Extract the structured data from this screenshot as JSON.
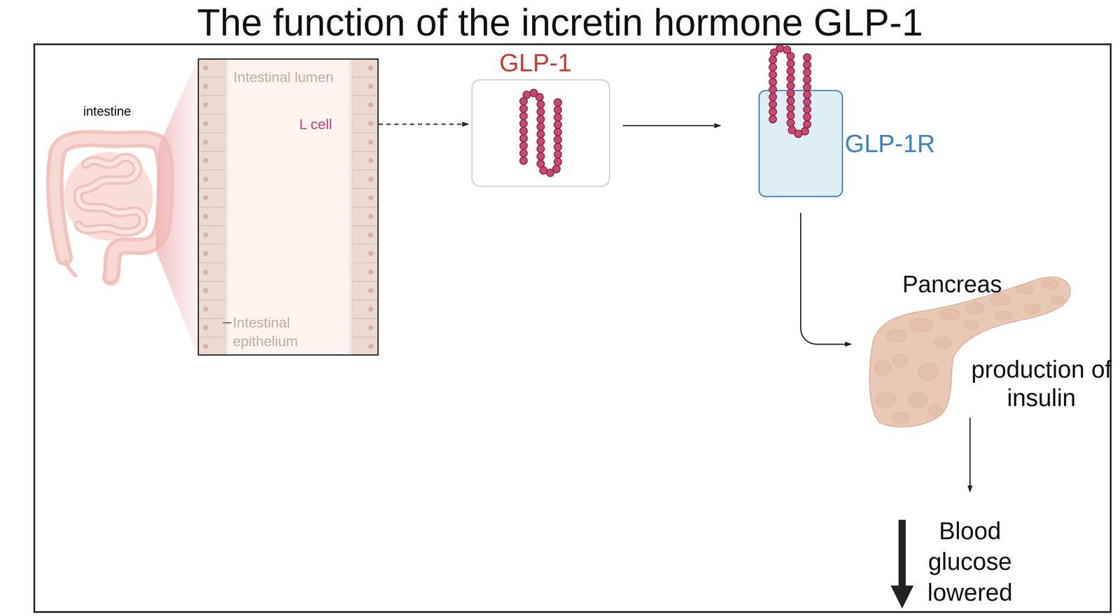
{
  "diagram": {
    "title": "The function of the incretin hormone GLP-1",
    "nodes": [
      {
        "text": [
          "Intestinal lumen",
          "L cell",
          "Intestinal epithelium"
        ]
      },
      {
        "text": [
          "GLP-1"
        ]
      },
      {
        "text": [
          "GLP-1R"
        ]
      },
      {
        "text": [
          "Pancreas",
          "production of insulin"
        ]
      },
      {
        "text": [
          "Blood glucose lowered"
        ]
      }
    ],
    "edges": [
      {
        "from": 0,
        "to": 1,
        "arrow": "to"
      },
      {
        "from": 1,
        "to": 2,
        "arrow": "to"
      },
      {
        "from": 2,
        "to": 3,
        "arrow": "to"
      },
      {
        "from": 3,
        "to": 4,
        "arrow": "to"
      }
    ],
    "labels": [
      "intestine"
    ]
  }
}
